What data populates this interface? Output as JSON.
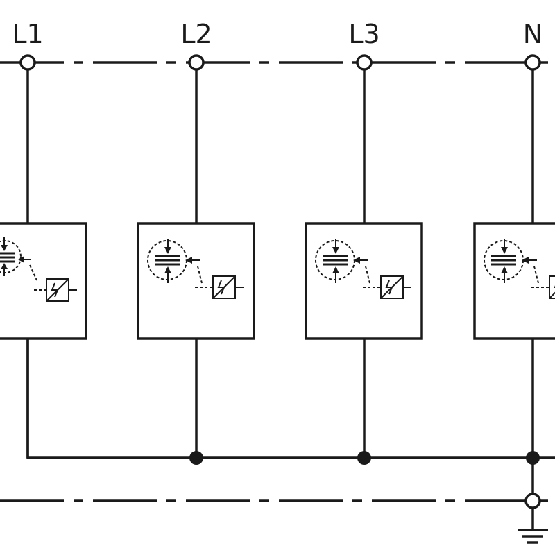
{
  "terminals": [
    {
      "label": "L1"
    },
    {
      "label": "L2"
    },
    {
      "label": "L3"
    },
    {
      "label": "N"
    }
  ],
  "icons": {
    "protection_element": "spark-gap-icon",
    "status_indicator": "thermal-disconnector-icon",
    "earth": "ground-icon"
  },
  "colors": {
    "line": "#1a1a1a",
    "background": "#ffffff"
  }
}
